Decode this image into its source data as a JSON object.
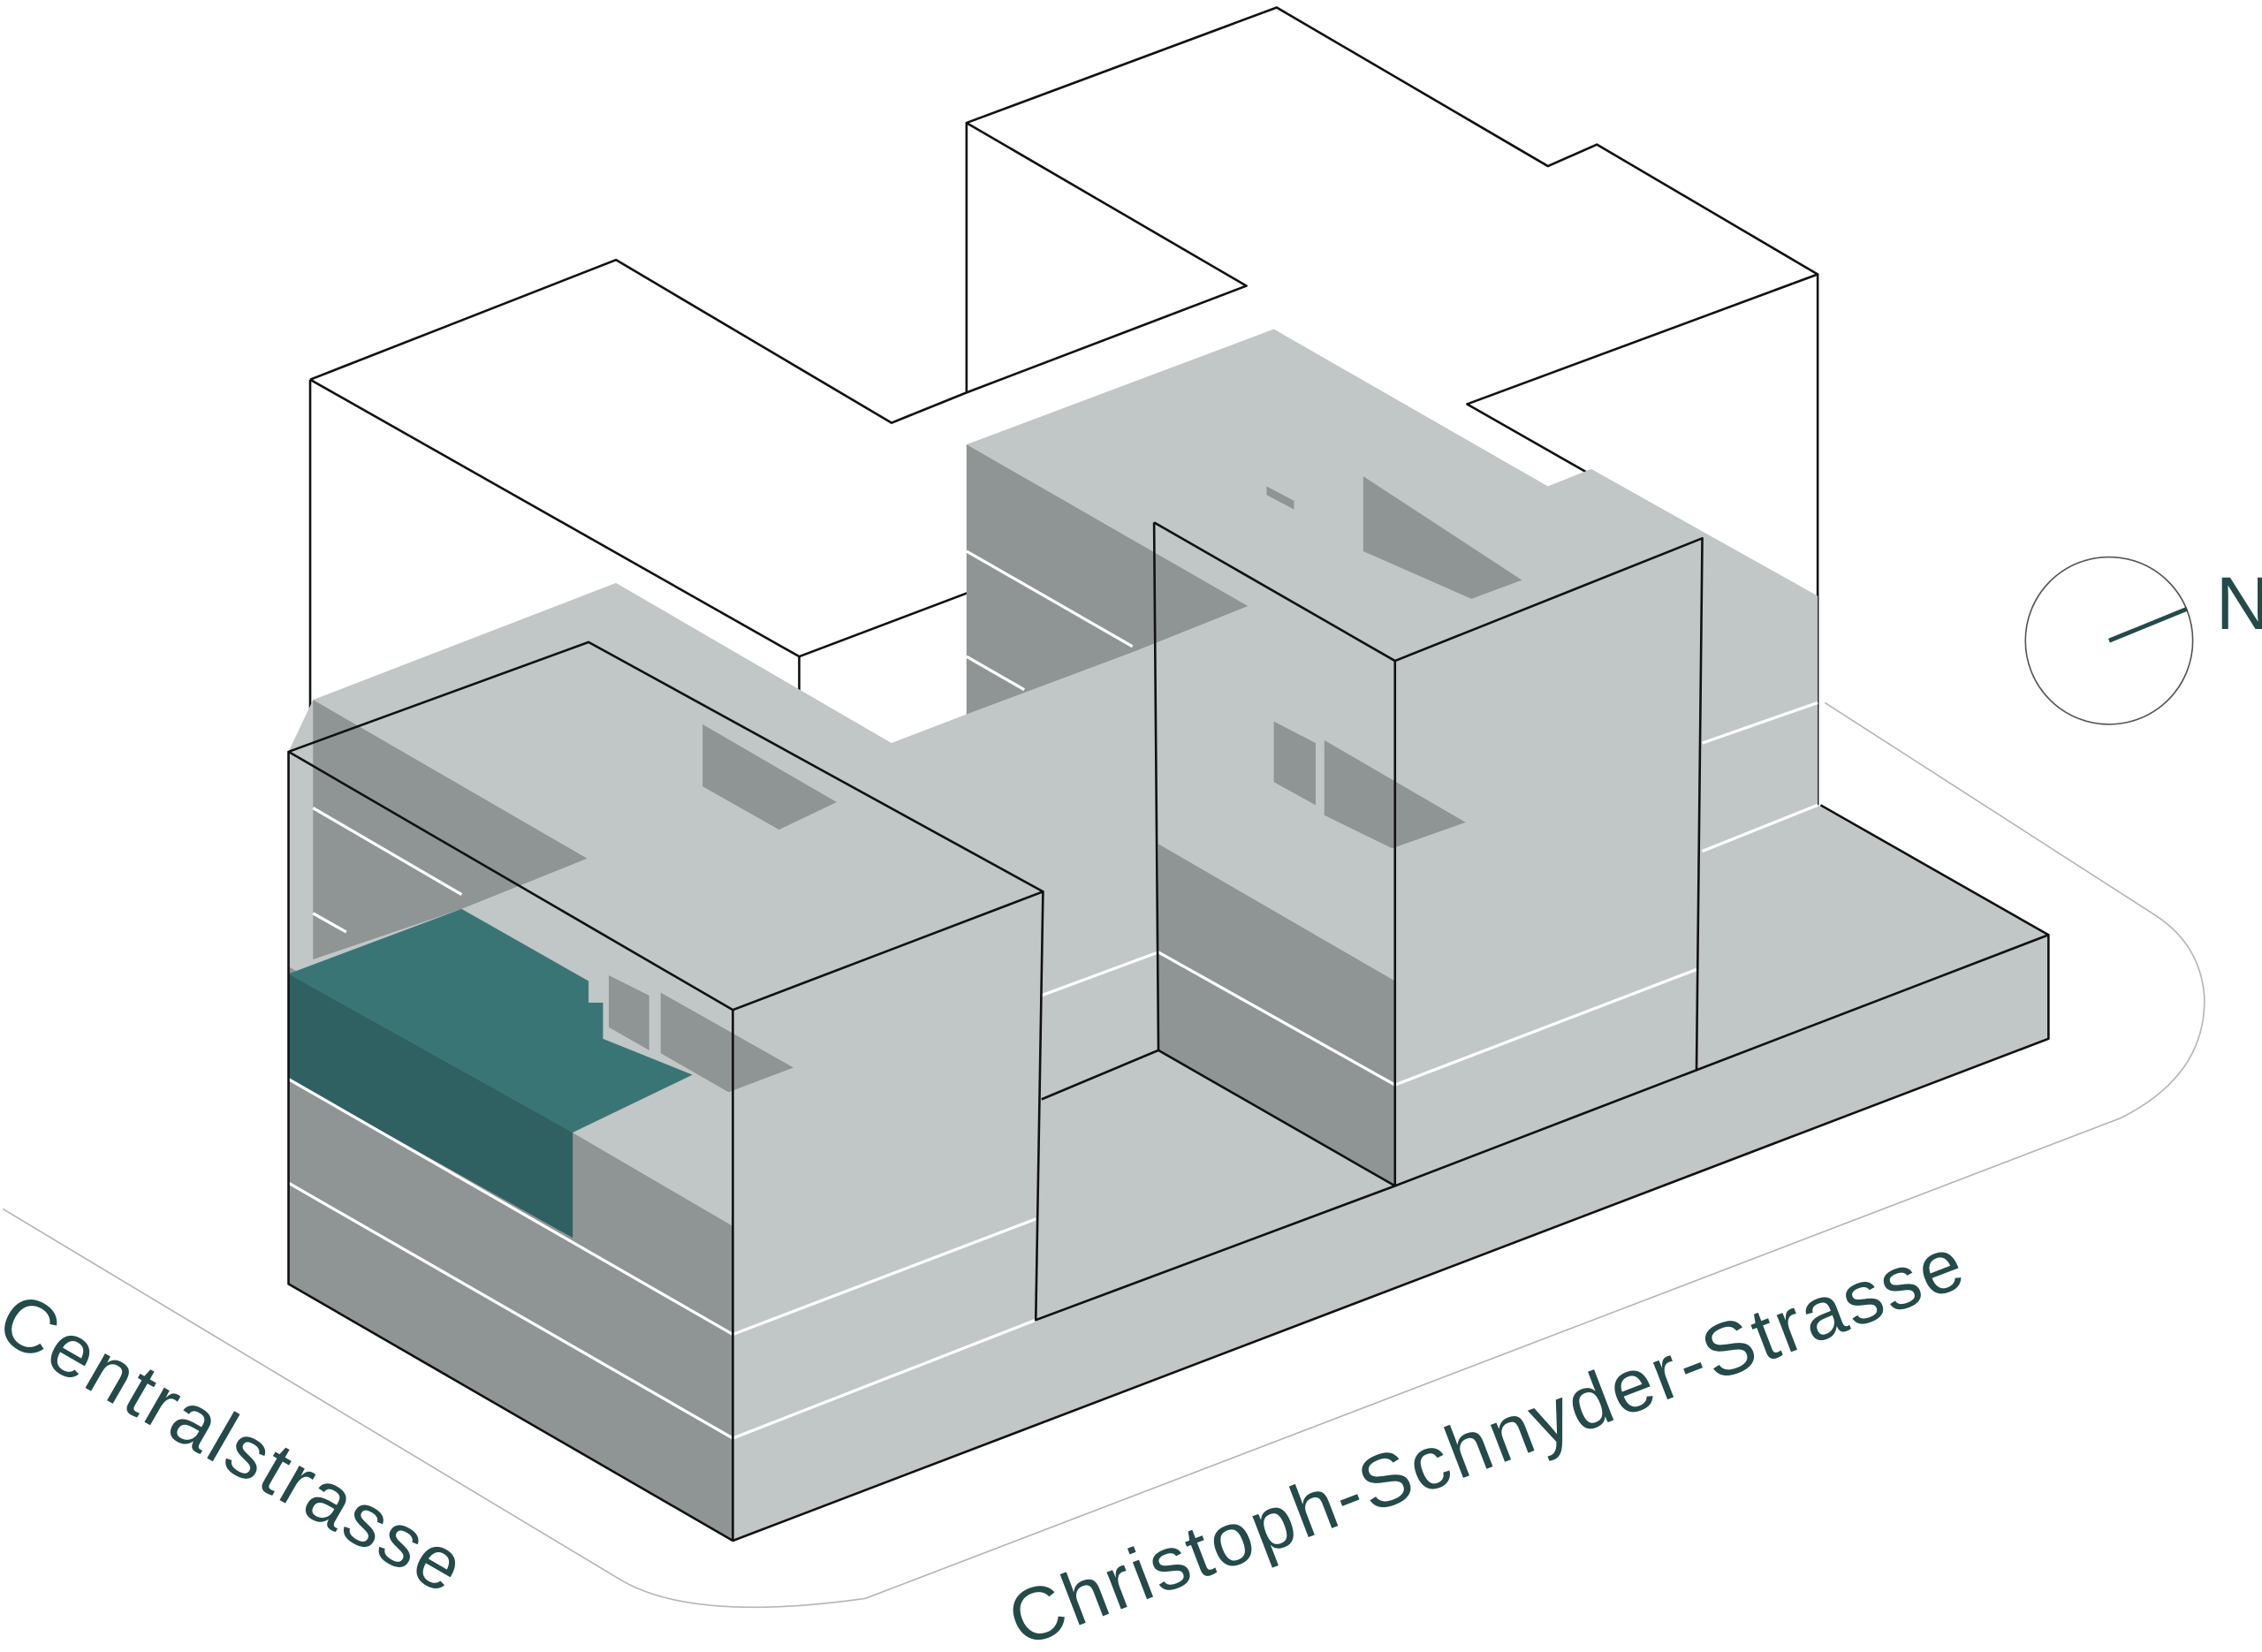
{
  "streets": {
    "left": "Centralstrasse",
    "right": "Christoph-Schnyder-Strasse"
  },
  "compass": {
    "label": "N"
  },
  "colors": {
    "massing_light": "#c0c7c6",
    "massing_dark": "#8f9594",
    "highlight_light": "#3a7576",
    "highlight_dark": "#2f6163",
    "label": "#244a4a"
  }
}
